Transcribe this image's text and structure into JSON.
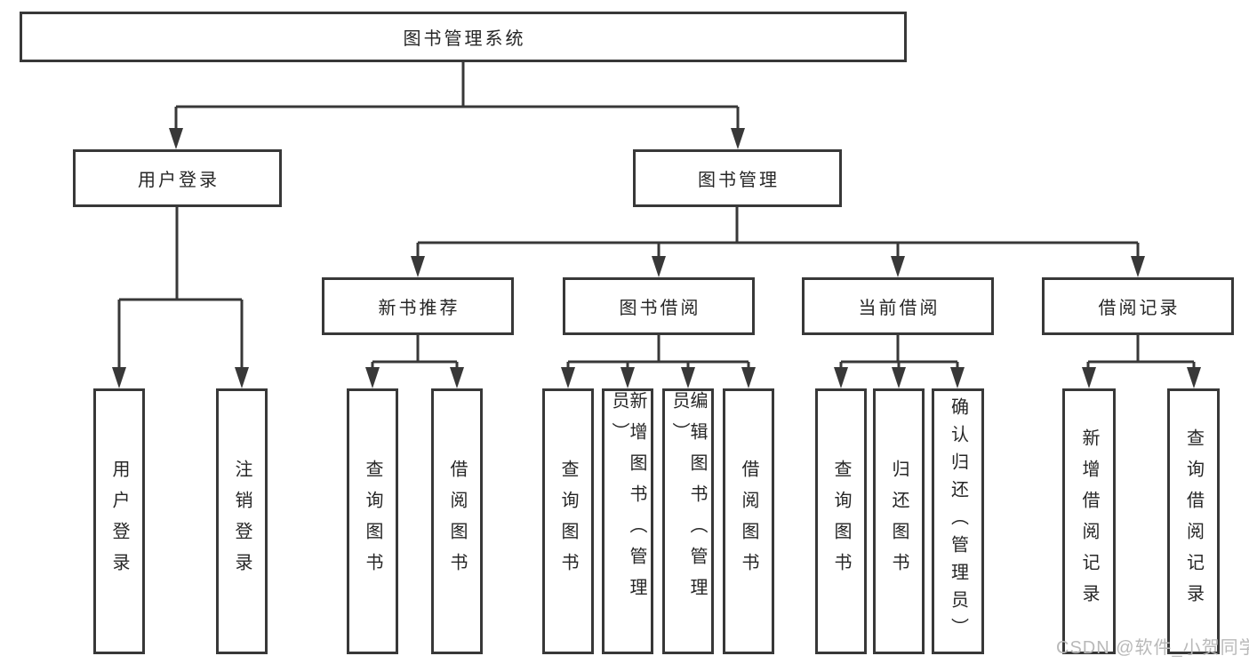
{
  "canvas": {
    "background": "#ffffff",
    "line_color": "#383838",
    "text_color": "#262626"
  },
  "tree": {
    "root": {
      "label": "图书管理系统",
      "children": [
        {
          "label": "用户登录",
          "children": [
            {
              "label": "用户登录"
            },
            {
              "label": "注销登录"
            }
          ]
        },
        {
          "label": "图书管理",
          "children": [
            {
              "label": "新书推荐",
              "children": [
                {
                  "label": "查询图书"
                },
                {
                  "label": "借阅图书"
                }
              ]
            },
            {
              "label": "图书借阅",
              "children": [
                {
                  "label": "查询图书"
                },
                {
                  "label": "新增图书（管理员）"
                },
                {
                  "label": "编辑图书（管理员）"
                },
                {
                  "label": "借阅图书"
                }
              ]
            },
            {
              "label": "当前借阅",
              "children": [
                {
                  "label": "查询图书"
                },
                {
                  "label": "归还图书"
                },
                {
                  "label": "确认归还（管理员）"
                }
              ]
            },
            {
              "label": "借阅记录",
              "children": [
                {
                  "label": "新增借阅记录"
                },
                {
                  "label": "查询借阅记录"
                }
              ]
            }
          ]
        }
      ]
    }
  },
  "watermark": {
    "text": "CSDN @软件_小贺同学",
    "color": "#b9b9b9"
  }
}
